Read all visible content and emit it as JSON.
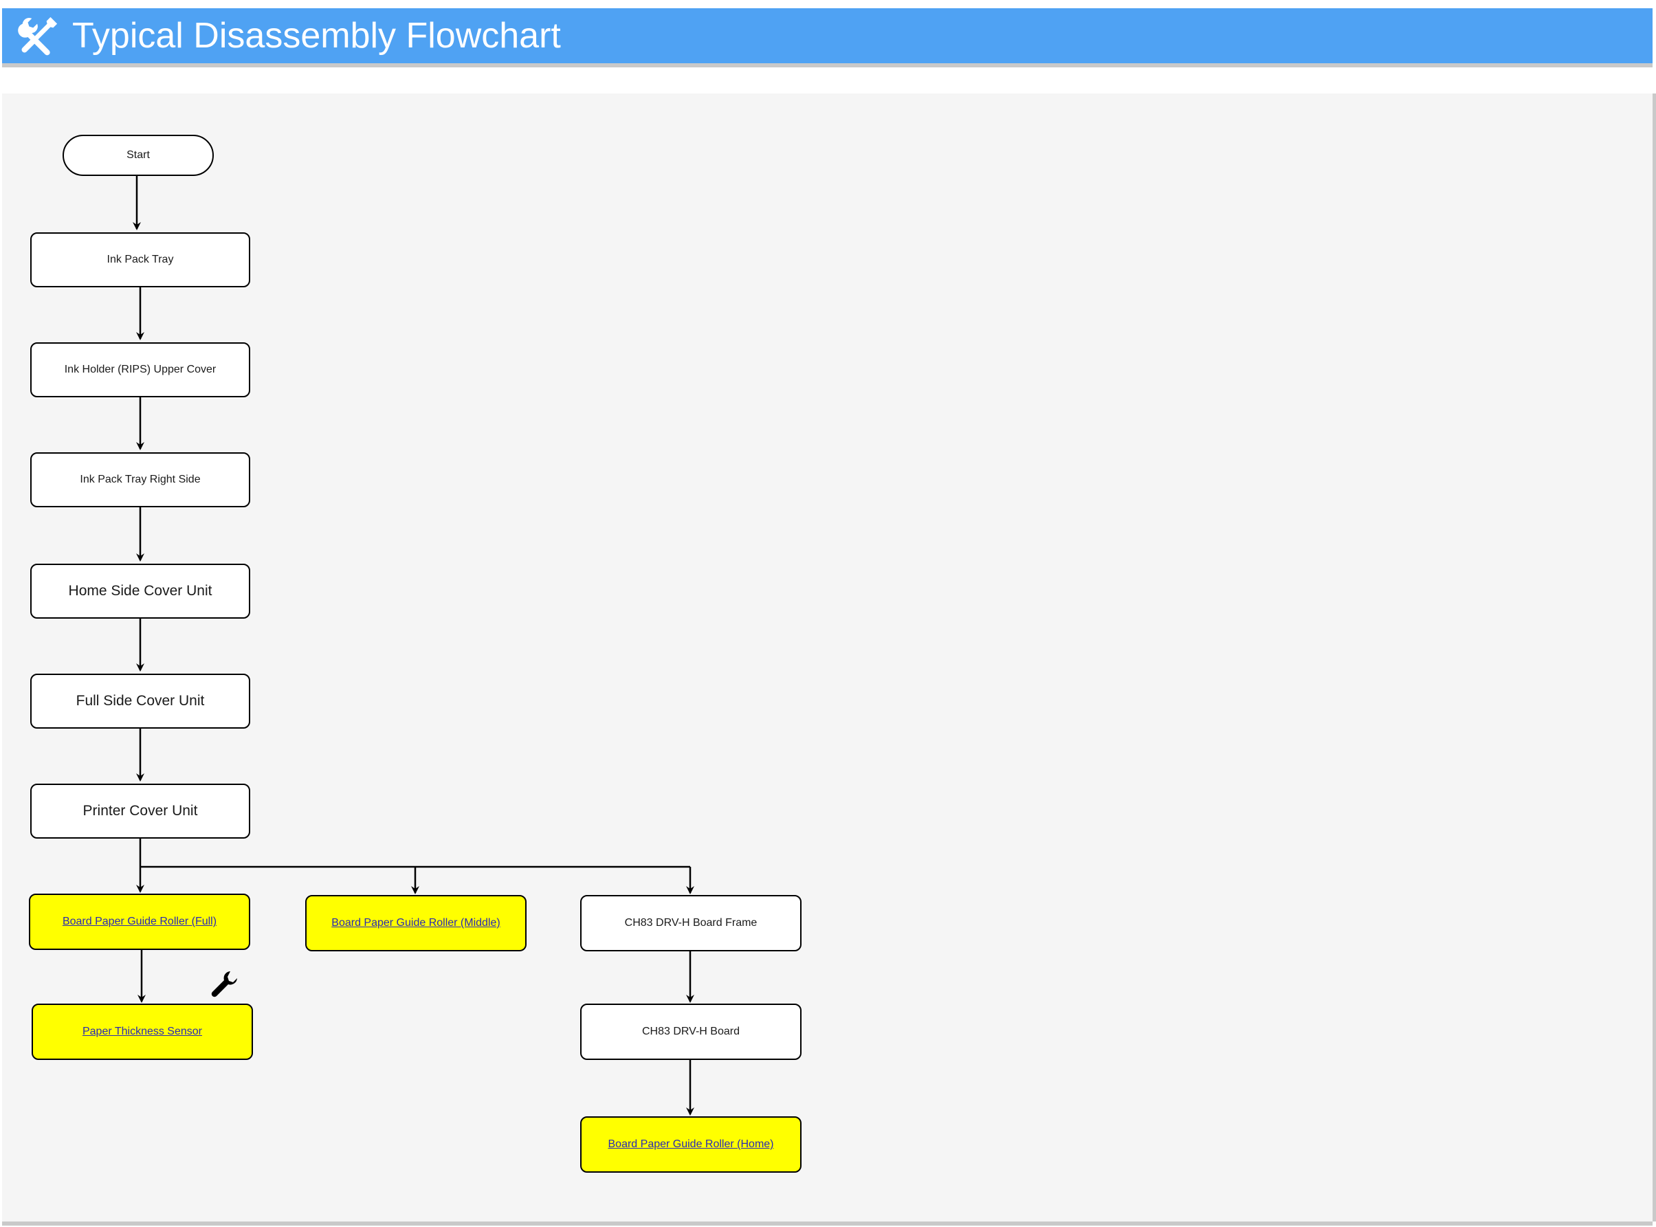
{
  "header": {
    "title": "Typical Disassembly Flowchart",
    "icon": "tools-icon"
  },
  "colors": {
    "header": "#4fa2f3",
    "highlight": "#ffff00",
    "link": "#2a2ab3",
    "canvas": "#f5f5f5"
  },
  "nodes": {
    "start": "Start",
    "ink_pack_tray": "Ink Pack Tray",
    "ink_holder_upper_cover": "Ink Holder (RIPS) Upper Cover",
    "ink_pack_tray_right_side": "Ink Pack Tray Right Side",
    "home_side_cover_unit": "Home Side Cover Unit",
    "full_side_cover_unit": "Full Side Cover Unit",
    "printer_cover_unit": "Printer Cover Unit",
    "board_paper_guide_roller_full": "Board Paper Guide Roller (Full)",
    "board_paper_guide_roller_middle": "Board Paper Guide Roller (Middle)",
    "ch83_drv_h_board_frame": "CH83 DRV-H Board Frame",
    "paper_thickness_sensor": "Paper Thickness Sensor",
    "ch83_drv_h_board": "CH83 DRV-H Board",
    "board_paper_guide_roller_home": "Board Paper Guide Roller (Home)"
  },
  "annotations": {
    "adjustment_icon": "wrench-icon"
  }
}
